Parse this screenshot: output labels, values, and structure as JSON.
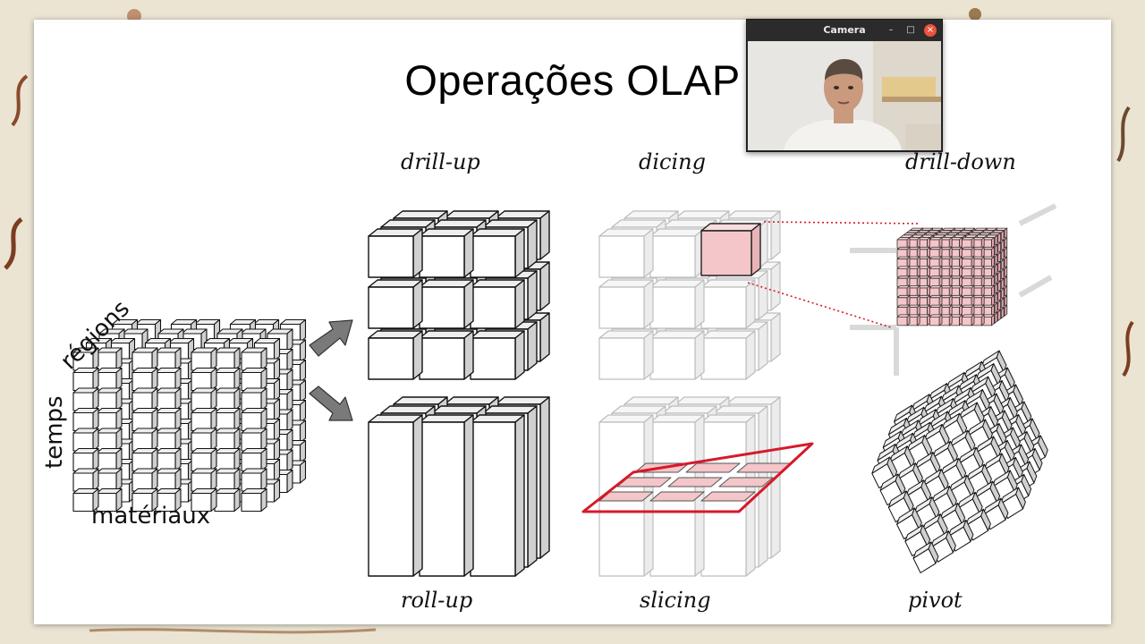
{
  "slide": {
    "title": "Operações OLAP",
    "axes": {
      "dim1": "régions",
      "dim2": "temps",
      "dim3": "matériaux"
    },
    "operations": {
      "drill_up": "drill-up",
      "roll_up": "roll-up",
      "dicing": "dicing",
      "slicing": "slicing",
      "drill_down": "drill-down",
      "pivot": "pivot"
    },
    "highlight_color": "#f4c6c9",
    "accent_red": "#d7192a"
  },
  "camera_window": {
    "title": "Camera",
    "minimize_glyph": "–",
    "maximize_glyph": "□",
    "close_glyph": "×"
  }
}
